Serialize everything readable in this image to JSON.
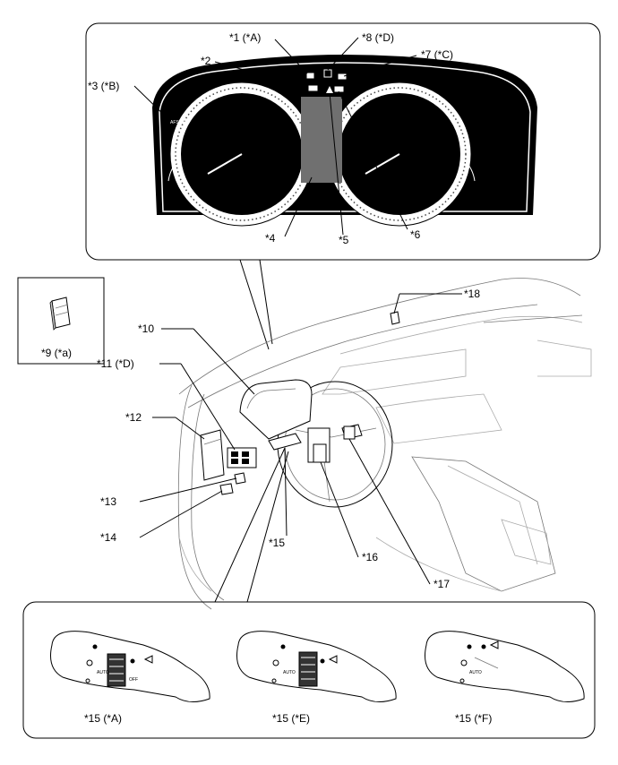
{
  "callouts": {
    "c1": "*1 (*A)",
    "c2": "*2",
    "c3": "*3 (*B)",
    "c4": "*4",
    "c5": "*5",
    "c6": "*6",
    "c7": "*7 (*C)",
    "c8": "*8 (*D)",
    "c9": "*9 (*a)",
    "c10": "*10",
    "c11": "*11 (*D)",
    "c12": "*12",
    "c13": "*13",
    "c14": "*14",
    "c15": "*15",
    "c16": "*16",
    "c17": "*17",
    "c18": "*18",
    "sw_a": "*15 (*A)",
    "sw_e": "*15 (*E)",
    "sw_f": "*15 (*F)"
  },
  "switch_text": {
    "auto": "AUTO",
    "off": "OFF"
  },
  "cluster_text": {
    "afs_off": "AFS OFF"
  },
  "colors": {
    "line": "#000000",
    "cluster_dark": "#000000",
    "lcd_gray": "#707070"
  }
}
